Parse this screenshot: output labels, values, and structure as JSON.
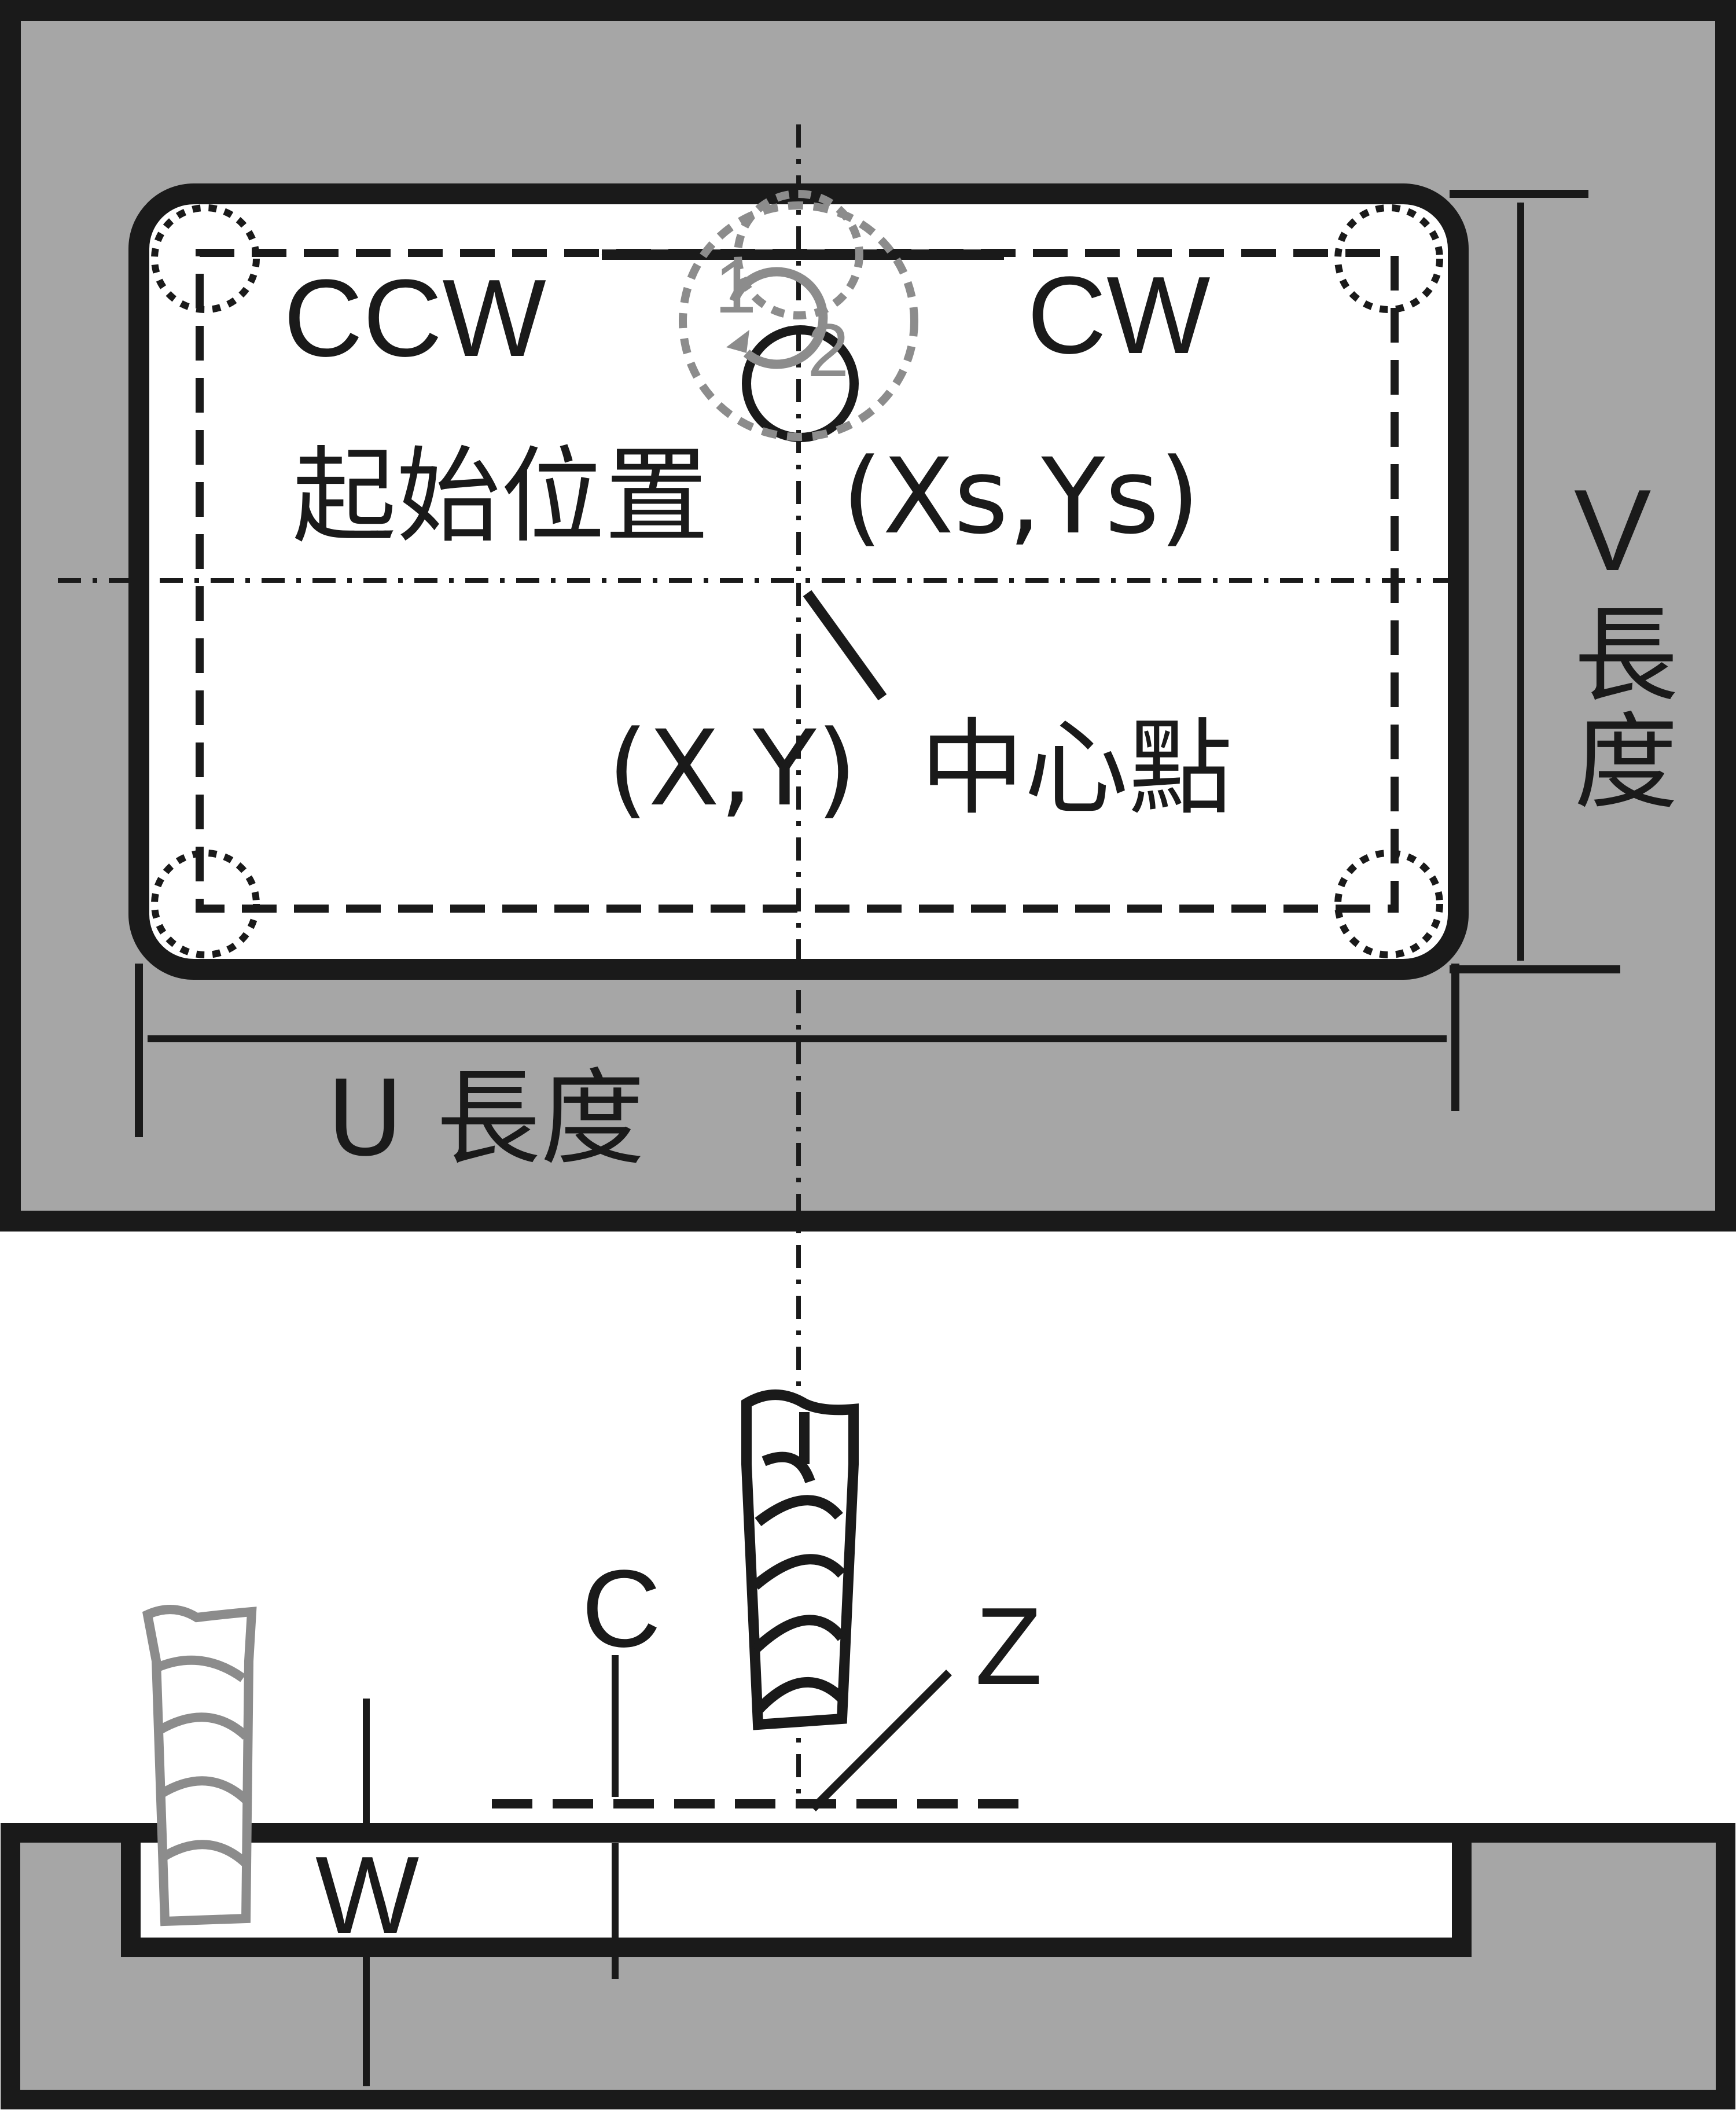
{
  "colors": {
    "stock": "#a6a6a6",
    "ink": "#1a1a1a",
    "tool_ghost": "#8c8c8c",
    "background": "#ffffff"
  },
  "top_view": {
    "ccw_label": "CCW",
    "cw_label": "CW",
    "start_label_cjk": "起始位置",
    "start_label_coords": "(Xs,Ys)",
    "center_label_coords": "(X,Y)",
    "center_label_cjk": "中心點",
    "v_length_letter": "V",
    "v_length_chars": [
      "長",
      "度"
    ],
    "u_length_label": "U 長度",
    "step_numbers": [
      "1",
      "2"
    ]
  },
  "side_view": {
    "c_label": "C",
    "z_label": "Z",
    "w_label": "W"
  },
  "icons": [
    "end-mill-icon",
    "rotation-arrow-icon"
  ]
}
